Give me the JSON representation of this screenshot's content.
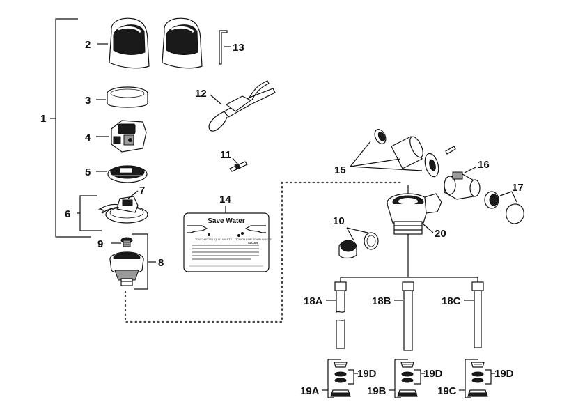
{
  "callouts": {
    "c1": "1",
    "c2": "2",
    "c3": "3",
    "c4": "4",
    "c5": "5",
    "c6": "6",
    "c7": "7",
    "c8": "8",
    "c9": "9",
    "c10": "10",
    "c11": "11",
    "c12": "12",
    "c13": "13",
    "c14": "14",
    "c15": "15",
    "c16": "16",
    "c17": "17",
    "c18A": "18A",
    "c18B": "18B",
    "c18C": "18C",
    "c19A": "19A",
    "c19B": "19B",
    "c19C": "19C",
    "c19D_a": "19D",
    "c19D_b": "19D",
    "c19D_c": "19D",
    "c20": "20"
  },
  "sign": {
    "title": "Save Water",
    "left_caption": "TOUCH FOR LIQUID WASTE",
    "right_caption": "TOUCH FOR SOLID WASTE",
    "brand": "SLOAN"
  },
  "colors": {
    "line": "#111111",
    "background": "#ffffff",
    "connector": "#444444"
  }
}
